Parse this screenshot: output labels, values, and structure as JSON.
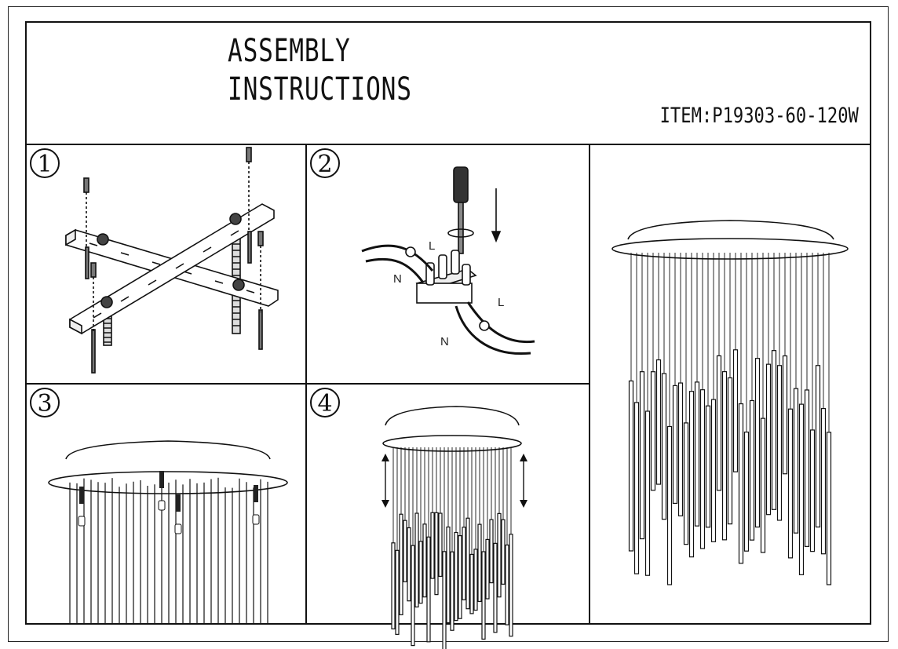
{
  "header": {
    "title_line1": "ASSEMBLY",
    "title_line2": "INSTRUCTIONS",
    "item_code": "ITEM:P19303-60-120W"
  },
  "steps": [
    {
      "number": "1"
    },
    {
      "number": "2",
      "wire_labels": {
        "live_top": "L",
        "neutral_top": "N",
        "live_bottom": "L",
        "neutral_bottom": "N"
      }
    },
    {
      "number": "3"
    },
    {
      "number": "4"
    }
  ]
}
